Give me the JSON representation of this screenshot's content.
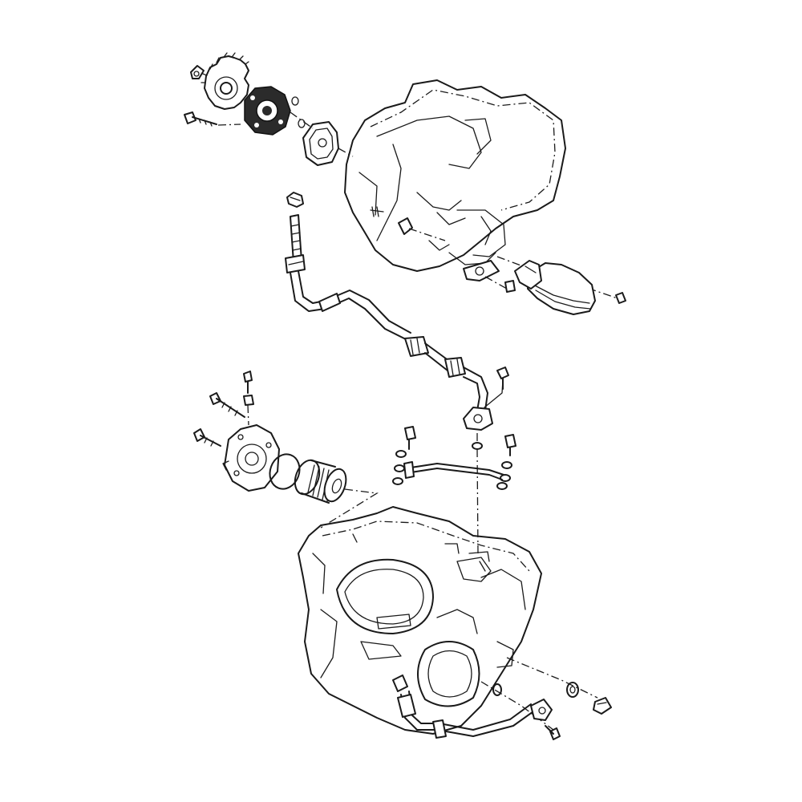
{
  "diagram": {
    "type": "exploded-parts-view",
    "colors": {
      "line": "#1a1a1a",
      "background": "#ffffff",
      "fill_dark": "#2b2b2b"
    },
    "parts": [
      "oil-pump-drive-gear",
      "oil-pump",
      "pump-gasket",
      "pump-dowel-pins",
      "oil-jet-hose",
      "hose-clamp",
      "oil-cooler-pipe",
      "oil-pipe-union-bolts",
      "sealing-washers",
      "oil-filter-cover",
      "oil-filter-element",
      "filter-o-ring",
      "oil-strainer",
      "lower-oil-pipe",
      "drain-plug",
      "upper-crankcase",
      "lower-crankcase"
    ]
  }
}
